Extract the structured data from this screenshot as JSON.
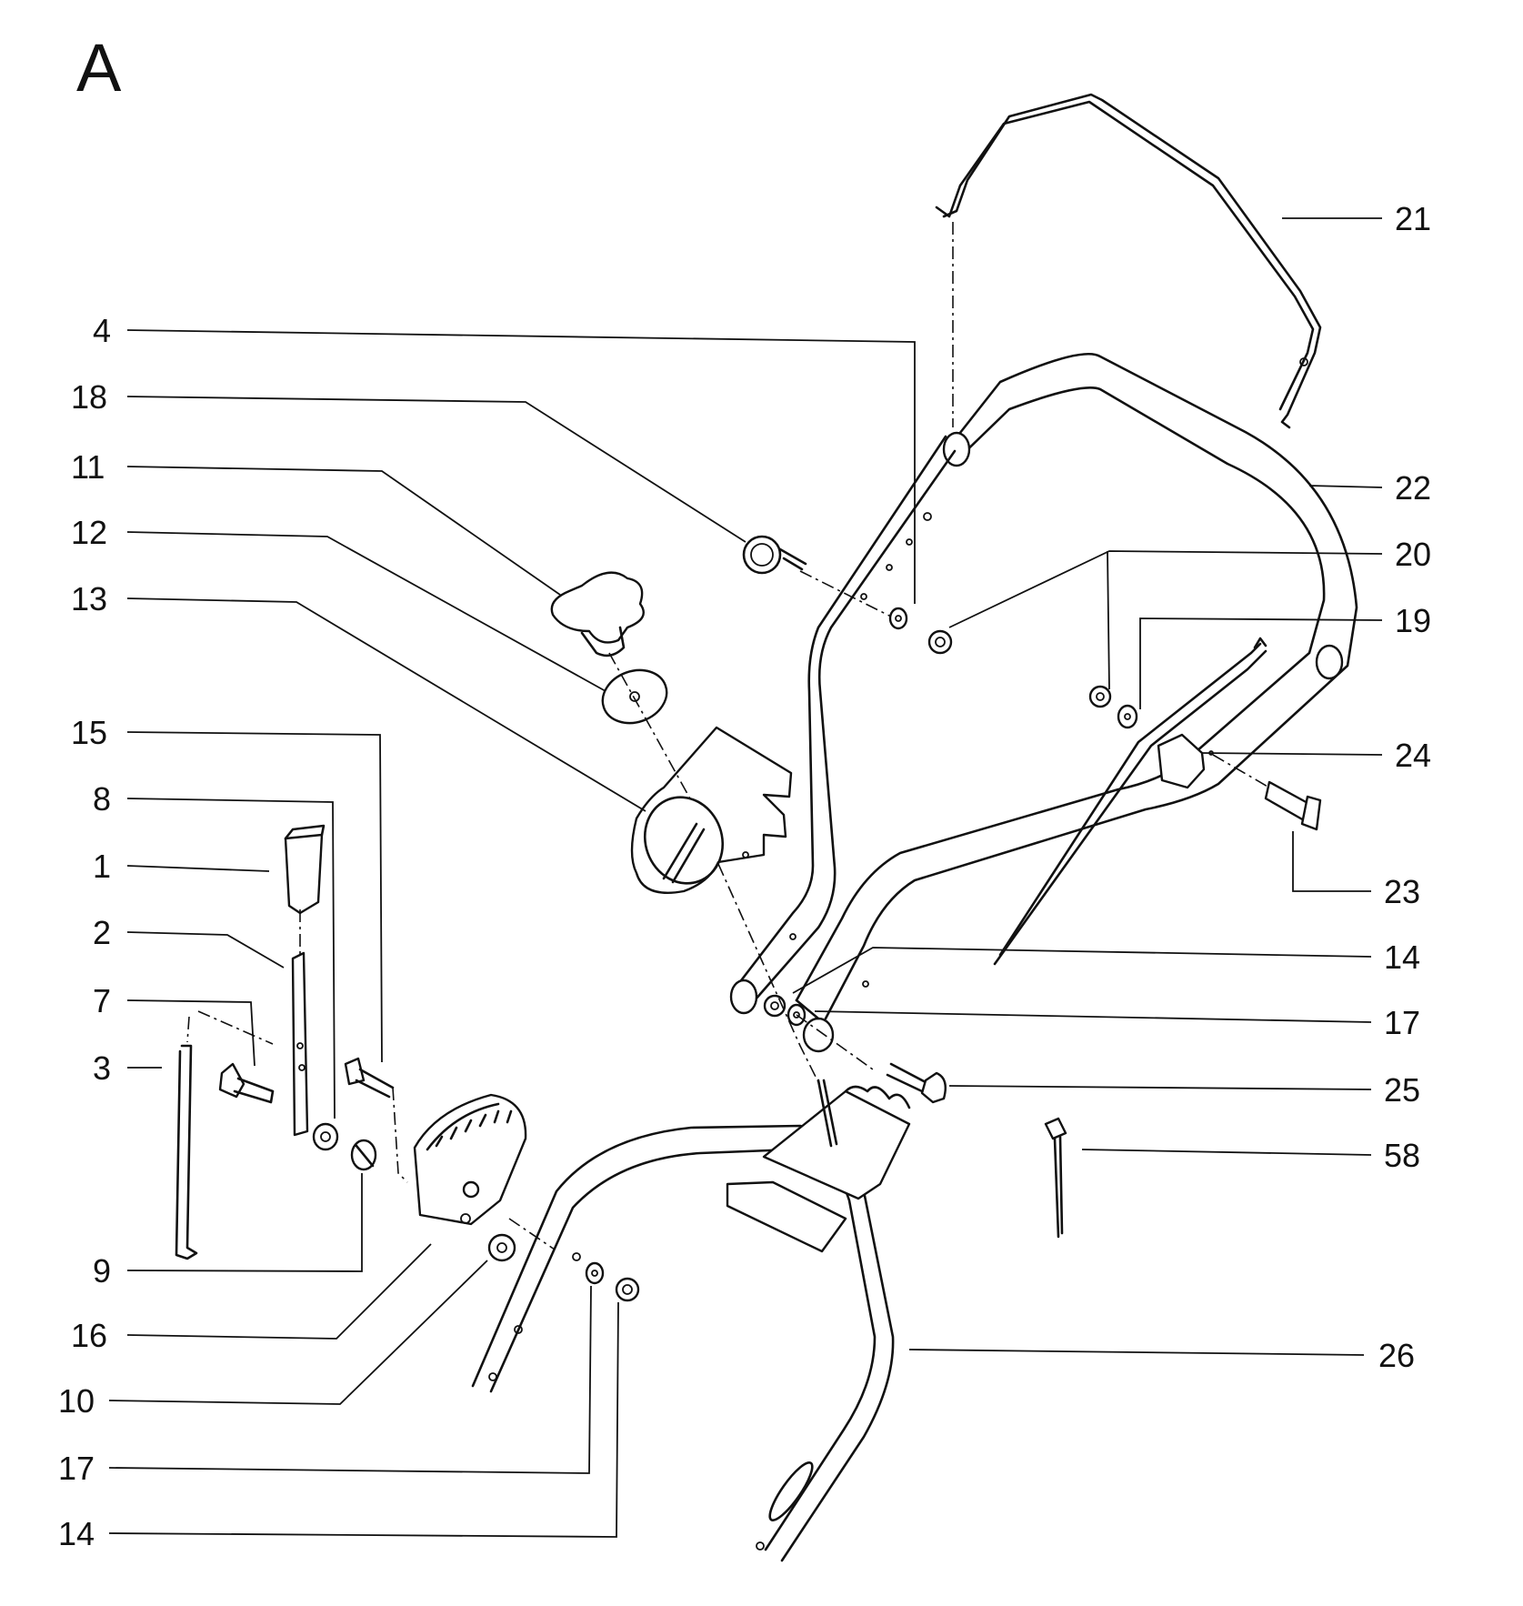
{
  "diagram": {
    "title": "A",
    "callouts": [
      {
        "id": "c21",
        "label": "21"
      },
      {
        "id": "c4",
        "label": "4"
      },
      {
        "id": "c18",
        "label": "18"
      },
      {
        "id": "c11",
        "label": "11"
      },
      {
        "id": "c22",
        "label": "22"
      },
      {
        "id": "c12",
        "label": "12"
      },
      {
        "id": "c20",
        "label": "20"
      },
      {
        "id": "c13",
        "label": "13"
      },
      {
        "id": "c19",
        "label": "19"
      },
      {
        "id": "c15",
        "label": "15"
      },
      {
        "id": "c24",
        "label": "24"
      },
      {
        "id": "c8",
        "label": "8"
      },
      {
        "id": "c1",
        "label": "1"
      },
      {
        "id": "c23",
        "label": "23"
      },
      {
        "id": "c2",
        "label": "2"
      },
      {
        "id": "c14a",
        "label": "14"
      },
      {
        "id": "c7",
        "label": "7"
      },
      {
        "id": "c17a",
        "label": "17"
      },
      {
        "id": "c3",
        "label": "3"
      },
      {
        "id": "c25",
        "label": "25"
      },
      {
        "id": "c58",
        "label": "58"
      },
      {
        "id": "c9",
        "label": "9"
      },
      {
        "id": "c16",
        "label": "16"
      },
      {
        "id": "c26",
        "label": "26"
      },
      {
        "id": "c10",
        "label": "10"
      },
      {
        "id": "c17b",
        "label": "17"
      },
      {
        "id": "c14b",
        "label": "14"
      }
    ]
  }
}
